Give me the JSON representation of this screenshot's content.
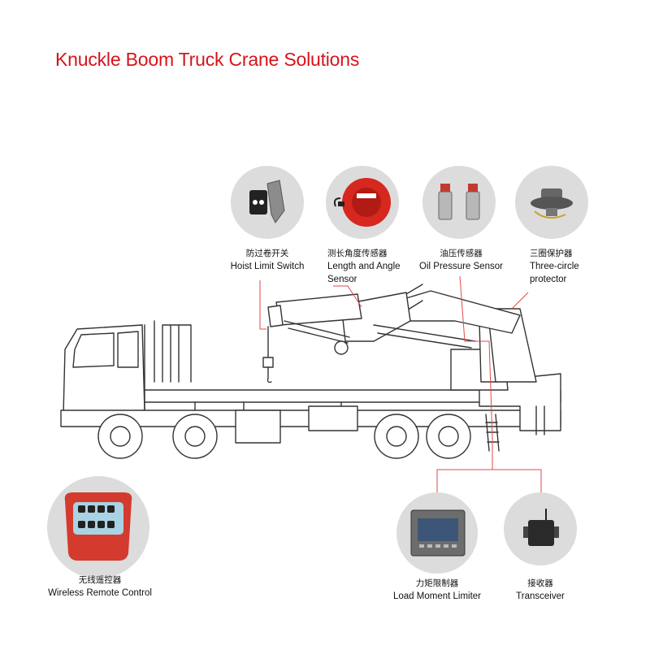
{
  "title": "Knuckle Boom Truck Crane Solutions",
  "colors": {
    "title": "#d6141b",
    "leader_lines": "#e04a4a",
    "circle_bg": "#dcdcdc"
  },
  "components": {
    "hoist_limit_switch": {
      "cn": "防过卷开关",
      "en": "Hoist Limit Switch"
    },
    "length_angle_sensor": {
      "cn": "测长角度传感器",
      "en1": "Length and Angle",
      "en2": "Sensor"
    },
    "oil_pressure_sensor": {
      "cn": "油压传感器",
      "en": "Oil Pressure Sensor"
    },
    "three_circle_protector": {
      "cn": "三圈保护器",
      "en1": "Three-circle",
      "en2": "protector"
    },
    "wireless_remote_control": {
      "cn": "无线遥控器",
      "en": "Wireless Remote Control"
    },
    "load_moment_limiter": {
      "cn": "力矩限制器",
      "en": "Load Moment Limiter"
    },
    "transceiver": {
      "cn": "接收器",
      "en": "Transceiver"
    }
  }
}
